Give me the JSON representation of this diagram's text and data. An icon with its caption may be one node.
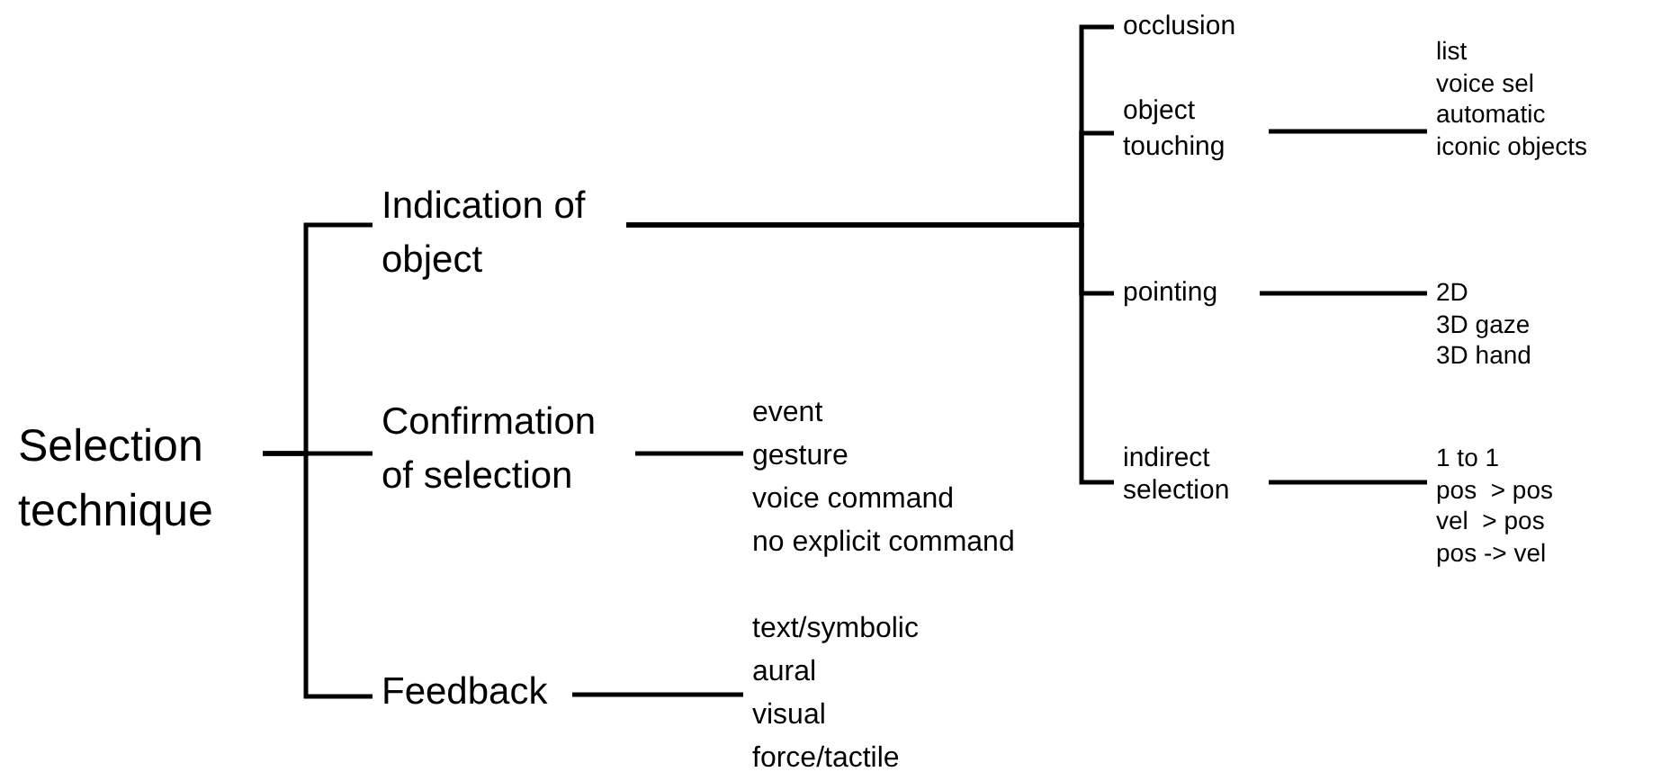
{
  "diagram": {
    "nodes": [
      {
        "text": [
          "Selection technique"
        ]
      },
      {
        "text": [
          "Indication of object"
        ]
      },
      {
        "text": [
          "Confirmation of selection"
        ]
      },
      {
        "text": [
          "Feedback"
        ]
      },
      {
        "text": [
          "occlusion"
        ]
      },
      {
        "text": [
          "object touching"
        ]
      },
      {
        "text": [
          "pointing"
        ]
      },
      {
        "text": [
          "indirect selection"
        ]
      },
      {
        "text": [
          "event",
          "gesture",
          "voice command",
          "no explicit command"
        ]
      },
      {
        "text": [
          "text/symbolic",
          "aural",
          "visual",
          "force/tactile"
        ]
      },
      {
        "text": [
          "list",
          "voice sel",
          "automatic",
          "iconic objects"
        ]
      },
      {
        "text": [
          "2D",
          "3D gaze",
          "3D hand"
        ]
      },
      {
        "text": [
          "1 to 1",
          "pos  > pos",
          "vel  > pos",
          "pos -> vel"
        ]
      }
    ],
    "edges": [
      {
        "from": 0,
        "to": 1,
        "arrow": "none"
      },
      {
        "from": 0,
        "to": 2,
        "arrow": "none"
      },
      {
        "from": 0,
        "to": 3,
        "arrow": "none"
      },
      {
        "from": 1,
        "to": 4,
        "arrow": "none"
      },
      {
        "from": 1,
        "to": 5,
        "arrow": "none"
      },
      {
        "from": 1,
        "to": 6,
        "arrow": "none"
      },
      {
        "from": 1,
        "to": 7,
        "arrow": "none"
      },
      {
        "from": 2,
        "to": 8,
        "arrow": "none"
      },
      {
        "from": 3,
        "to": 9,
        "arrow": "none"
      },
      {
        "from": 5,
        "to": 10,
        "arrow": "none"
      },
      {
        "from": 6,
        "to": 11,
        "arrow": "none"
      },
      {
        "from": 7,
        "to": 12,
        "arrow": "none"
      }
    ]
  }
}
